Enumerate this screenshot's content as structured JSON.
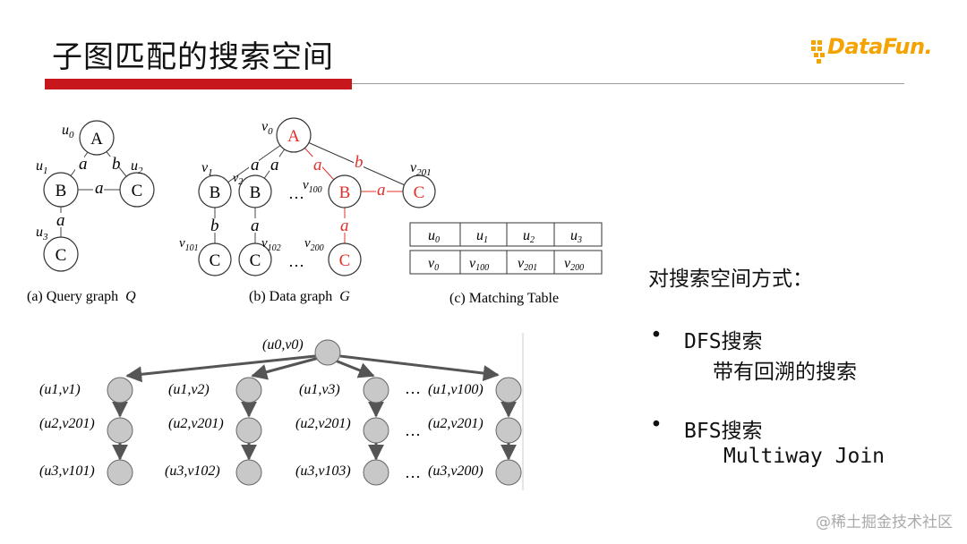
{
  "page": {
    "title": "子图匹配的搜索空间",
    "brand": "DataFun.",
    "watermark": "@稀土掘金技术社区"
  },
  "query_graph": {
    "caption": "(a) Query graph",
    "caption_var": "Q",
    "nodes": [
      {
        "label": "A",
        "id": "u",
        "sub": "0"
      },
      {
        "label": "B",
        "id": "u",
        "sub": "1"
      },
      {
        "label": "C",
        "id": "u",
        "sub": "2"
      },
      {
        "label": "C",
        "id": "u",
        "sub": "3"
      }
    ],
    "edges": [
      {
        "label": "a"
      },
      {
        "label": "b"
      },
      {
        "label": "a"
      },
      {
        "label": "a"
      }
    ]
  },
  "data_graph": {
    "caption": "(b) Data graph",
    "caption_var": "G",
    "nodes": [
      {
        "label": "A",
        "id": "v",
        "sub": "0"
      },
      {
        "label": "B",
        "id": "v",
        "sub": "1"
      },
      {
        "label": "B",
        "id": "v",
        "sub": "2"
      },
      {
        "label": "B",
        "id": "v",
        "sub": "100"
      },
      {
        "label": "C",
        "id": "v",
        "sub": "201"
      },
      {
        "label": "C",
        "id": "v",
        "sub": "101"
      },
      {
        "label": "C",
        "id": "v",
        "sub": "102"
      },
      {
        "label": "C",
        "id": "v",
        "sub": "200"
      }
    ],
    "edge_labels": [
      "a",
      "a",
      "a",
      "b",
      "a",
      "b",
      "a",
      "a"
    ],
    "ellipsis": "…"
  },
  "matching_table": {
    "caption": "(c) Matching Table",
    "top": [
      {
        "id": "u",
        "sub": "0"
      },
      {
        "id": "u",
        "sub": "1"
      },
      {
        "id": "u",
        "sub": "2"
      },
      {
        "id": "u",
        "sub": "3"
      }
    ],
    "bottom": [
      {
        "id": "v",
        "sub": "0"
      },
      {
        "id": "v",
        "sub": "100"
      },
      {
        "id": "v",
        "sub": "201"
      },
      {
        "id": "v",
        "sub": "200"
      }
    ]
  },
  "search_tree": {
    "root": "(u0,v0)",
    "columns": [
      {
        "r1": "(u1,v1)",
        "r2": "(u2,v201)",
        "r3": "(u3,v101)"
      },
      {
        "r1": "(u1,v2)",
        "r2": "(u2,v201)",
        "r3": "(u3,v102)"
      },
      {
        "r1": "(u1,v3)",
        "r2": "(u2,v201)",
        "r3": "(u3,v103)"
      },
      {
        "r1": "(u1,v100)",
        "r2": "(u2,v201)",
        "r3": "(u3,v200)"
      }
    ],
    "dots": "…"
  },
  "right_panel": {
    "heading": "对搜索空间方式：",
    "items": [
      {
        "bullet": "•",
        "label": "DFS搜索",
        "detail": "带有回溯的搜索"
      },
      {
        "bullet": "•",
        "label": "BFS搜索",
        "detail": "Multiway Join"
      }
    ]
  },
  "colors": {
    "accent_red": "#c8161d",
    "highlight_red": "#e0302a",
    "brand_orange": "#f5a300",
    "node_grey": "#c8c8c8"
  }
}
